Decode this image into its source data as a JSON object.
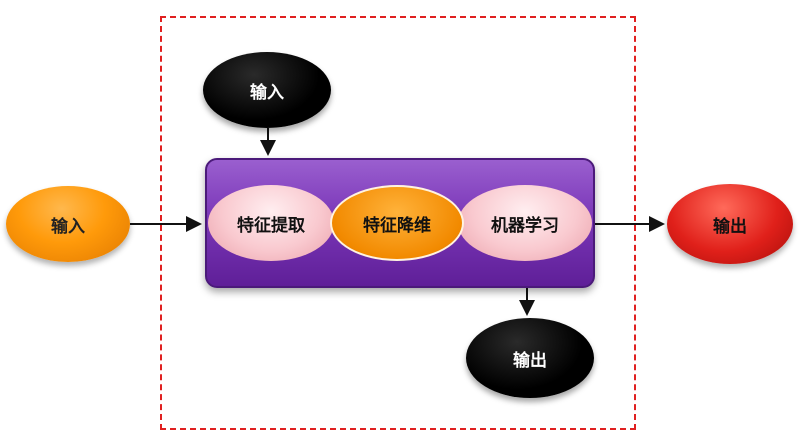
{
  "nodes": {
    "top_input": "输入",
    "left_input": "输入",
    "right_output": "输出",
    "bottom_output": "输出"
  },
  "steps": [
    "特征提取",
    "特征降维",
    "机器学习"
  ],
  "colors": {
    "frame_border": "#e02020",
    "box_fill": "#7b37b8",
    "left_input_fill": "#ff9a0a",
    "right_output_fill": "#e0201a",
    "top_bottom_fill": "#000000",
    "step_light_fill": "#f9c9cf",
    "step_mid_fill": "#f28a00",
    "arrow": "#111111"
  }
}
